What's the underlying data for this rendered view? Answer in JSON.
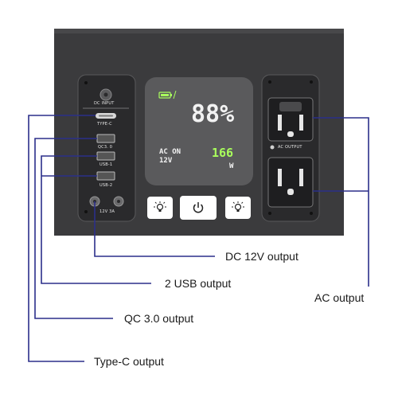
{
  "callouts": {
    "dc_12v": "DC 12V output",
    "usb": "2 USB output",
    "qc": "QC 3.0 output",
    "type_c": "Type-C output",
    "ac": "AC output"
  },
  "left_panel": {
    "dc_input": "DC INPUT",
    "type_c": "TYPE-C",
    "qc": "QC3. 0",
    "usb1": "USB-1",
    "usb2": "USB-2",
    "car_port": "12V 3A"
  },
  "right_panel": {
    "ac_output": "AC OUTPUT"
  },
  "display": {
    "percent": "88%",
    "ac_status": "AC ON",
    "voltage": "12V",
    "watts": "166",
    "watt_unit": "W"
  },
  "colors": {
    "body": "#3c3c3e",
    "panel": "#2a2a2c",
    "leader_line": "#2b2f8a",
    "lcd_green": "#a9ff5c"
  }
}
